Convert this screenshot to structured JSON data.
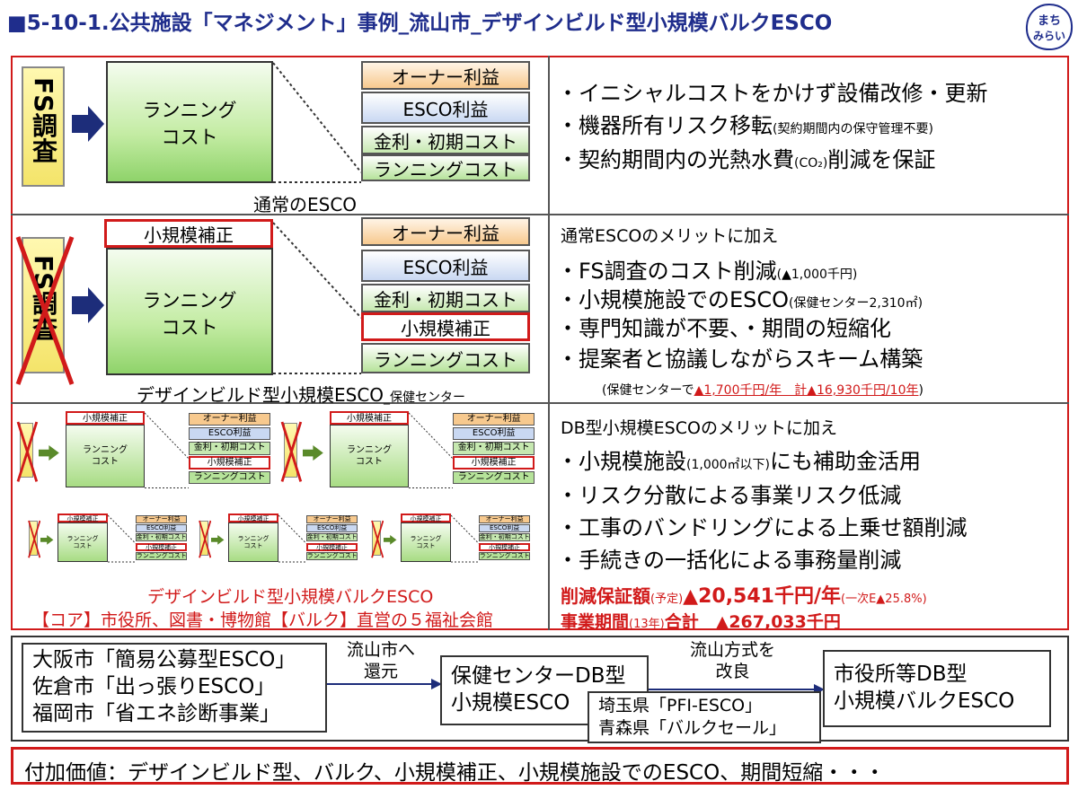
{
  "header": {
    "title": "■5-10-1.公共施設「マネジメント」事例_流山市_デザインビルド型小規模バルクESCO",
    "logo_line1": "まち",
    "logo_line2": "みらい"
  },
  "row1": {
    "fs_label": "FS調査",
    "green_label": "ランニング\nコスト",
    "stack": [
      "オーナー利益",
      "ESCO利益",
      "金利・初期コスト",
      "ランニングコスト"
    ],
    "caption": "通常のESCO",
    "bullets": [
      {
        "main": "・イニシャルコストをかけず設備改修・更新",
        "note": ""
      },
      {
        "main": "・機器所有リスク移転",
        "note": "(契約期間内の保守管理不要)"
      },
      {
        "main": "・契約期間内の光熱水費",
        "note_pre": "(CO₂)",
        "main2": "削減を保証"
      }
    ]
  },
  "row2": {
    "fs_label": "FS調査",
    "small_label": "小規模補正",
    "green_label": "ランニング\nコスト",
    "stack": [
      "オーナー利益",
      "ESCO利益",
      "金利・初期コスト",
      "小規模補正",
      "ランニングコスト"
    ],
    "caption": "デザインビルド型小規模ESCO",
    "caption_small": "_保健センター",
    "heading": "通常ESCOのメリットに加え",
    "bullets": [
      {
        "main": "・FS調査のコスト削減",
        "note": "(▲1,000千円)"
      },
      {
        "main": "・小規模施設でのESCO",
        "note": "(保健センター2,310㎡)"
      },
      {
        "main": "・専門知識が不要、・期間の短縮化",
        "note": ""
      },
      {
        "main": "・提案者と協議しながらスキーム構築",
        "note": ""
      }
    ],
    "saving_prefix": "(保健センターで",
    "saving_red": "▲1,700千円/年　計▲16,930千円/10年",
    "saving_suffix": ")"
  },
  "row3": {
    "mini_stack": [
      "オーナー利益",
      "ESCO利益",
      "金利・初期コスト",
      "小規模補正",
      "ランニングコスト"
    ],
    "mini_small": "小規模補正",
    "mini_green": "ランニング\nコスト",
    "caption1": "デザインビルド型小規模バルクESCO",
    "caption2": "【コア】市役所、図書・博物館【バルク】直営の５福祉会館",
    "heading": "DB型小規模ESCOのメリットに加え",
    "bullets": [
      {
        "main": "・小規模施設",
        "note": "(1,000㎡以下)",
        "main2": "にも補助金活用"
      },
      {
        "main": "・リスク分散による事業リスク低減",
        "note": ""
      },
      {
        "main": "・工事のバンドリングによる上乗せ額削減",
        "note": ""
      },
      {
        "main": "・手続きの一括化による事務量削減",
        "note": ""
      }
    ],
    "saving1_a": "削減保証額",
    "saving1_b": "(予定)",
    "saving1_c": "▲20,541千円/年",
    "saving1_d": "(一次E▲25.8%)",
    "saving2_a": "事業期間",
    "saving2_b": "(13年)",
    "saving2_c": "合計　▲267,033千円"
  },
  "flow": {
    "box1": [
      "大阪市「簡易公募型ESCO」",
      "佐倉市「出っ張りESCO」",
      "福岡市「省エネ診断事業」"
    ],
    "arrow1": [
      "流山市へ",
      "還元"
    ],
    "box2": [
      "保健センターDB型",
      "小規模ESCO"
    ],
    "arrow2": [
      "流山方式を",
      "改良"
    ],
    "box3": [
      "市役所等DB型",
      "小規模バルクESCO"
    ],
    "box4": [
      "埼玉県「PFI-ESCO」",
      "青森県「バルクセール」"
    ]
  },
  "footer": {
    "text": "付加価値：デザインビルド型、バルク、小規模補正、小規模施設でのESCO、期間短縮・・・"
  }
}
